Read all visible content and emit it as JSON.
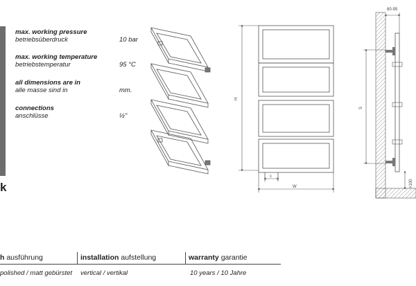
{
  "specs": [
    {
      "heading": "max. working pressure",
      "sub": "betriebsüberdruck",
      "value": "10 bar"
    },
    {
      "heading": "max. working temperature",
      "sub": "betriebstemperatur",
      "value": "95 °C"
    },
    {
      "heading": "all dimensions are in",
      "sub": "alle masse sind in",
      "value": "mm."
    },
    {
      "heading": "connections",
      "sub": "anschlüsse",
      "value": "½\""
    }
  ],
  "edge_letter": "k",
  "dimensions": {
    "h": "H",
    "c": "c",
    "w": "W",
    "s": "S",
    "top_offset": "80-95",
    "bottom_offset": ">100"
  },
  "table": {
    "finish_en": "h",
    "finish_de": "ausführung",
    "finish_value": "polished / matt gebürstet",
    "installation_en": "installation",
    "installation_de": "aufstellung",
    "installation_value": "vertical / vertikal",
    "warranty_en": "warranty",
    "warranty_de": "garantie",
    "warranty_value": "10 years / 10 Jahre"
  }
}
